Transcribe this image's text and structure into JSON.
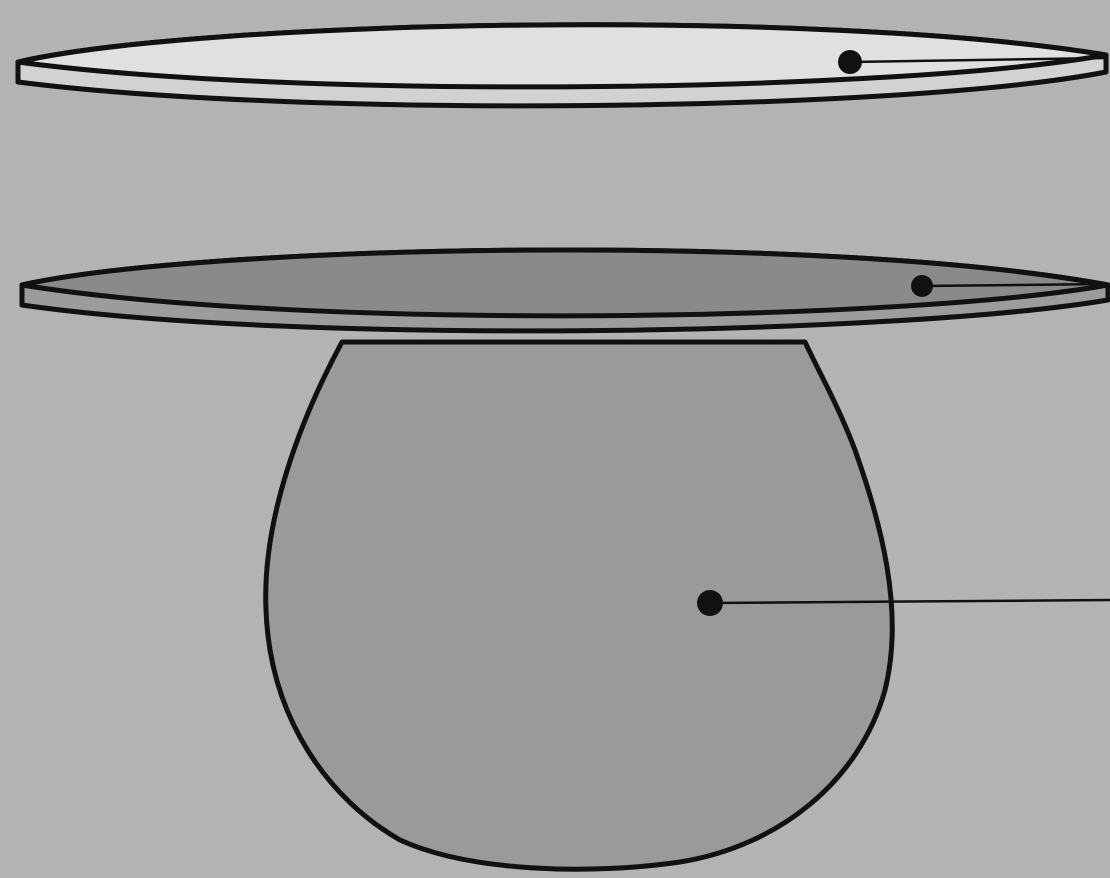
{
  "diagram": {
    "kind": "labeled-diagram",
    "text_labels": [],
    "colors": {
      "background": "#b3b3b3",
      "top_disc_face": "#e0e0e0",
      "top_disc_rim": "#d2d2d2",
      "middle_disc_face": "#8a8a8a",
      "middle_disc_rim": "#9c9c9c",
      "bulb_fill": "#9a9a9a",
      "outline": "#111111"
    },
    "parts": [
      {
        "id": "top-disc",
        "description_visible": false
      },
      {
        "id": "middle-disc",
        "description_visible": false
      },
      {
        "id": "bulb",
        "description_visible": false
      }
    ],
    "pointers": [
      {
        "target": "top-disc"
      },
      {
        "target": "middle-disc"
      },
      {
        "target": "bulb"
      }
    ]
  }
}
